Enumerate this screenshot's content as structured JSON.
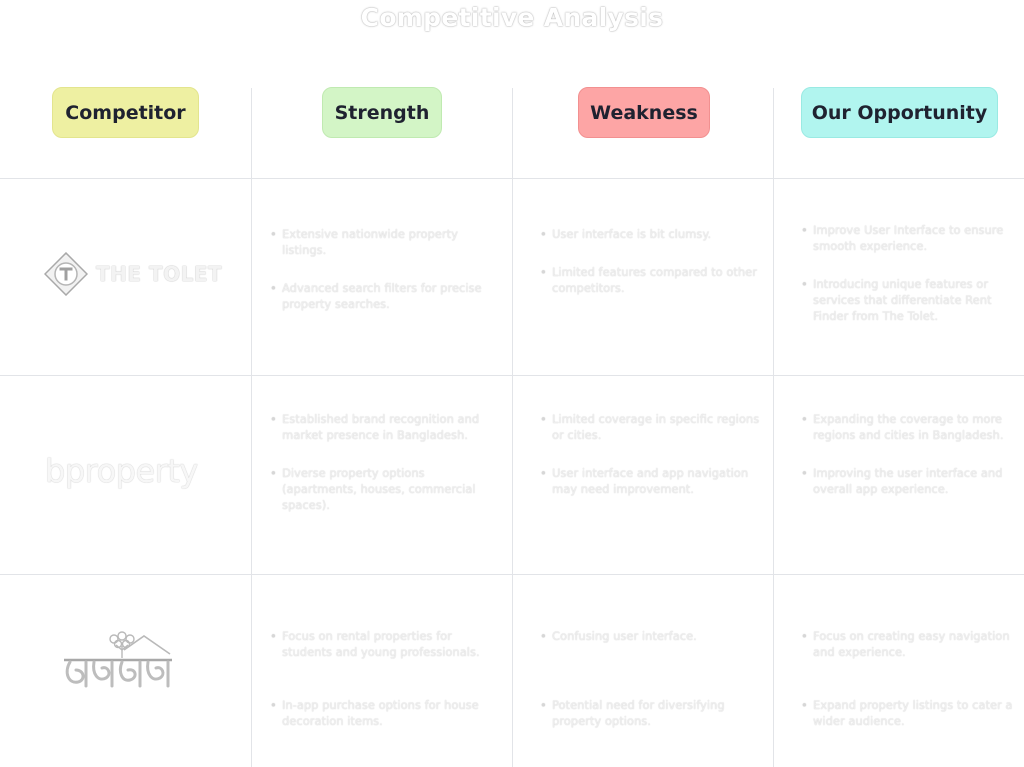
{
  "title": "Competitive Analysis",
  "columns": [
    "Competitor",
    "Strength",
    "Weakness",
    "Our Opportunity"
  ],
  "rows": [
    {
      "competitor": "THE TOLET",
      "logo_icon": "tolet-diamond-logo-icon",
      "strengths": [
        "Extensive nationwide property listings.",
        "Advanced search filters for precise property searches."
      ],
      "weaknesses": [
        "User interface is bit clumsy.",
        "Limited features compared to other competitors."
      ],
      "opportunities": [
        "Improve User Interface to ensure smooth experience.",
        "Introducing unique features or services that differentiate Rent Finder from The Tolet."
      ]
    },
    {
      "competitor": "bproperty",
      "logo_icon": "bproperty-wordmark-logo",
      "strengths": [
        "Established brand recognition and market presence in Bangladesh.",
        "Diverse property options (apartments, houses, commercial spaces)."
      ],
      "weaknesses": [
        "Limited coverage in specific regions or cities.",
        "User interface and app navigation may need improvement."
      ],
      "opportunities": [
        "Expanding the coverage to more regions and cities in Bangladesh.",
        "Improving the user interface and overall app experience."
      ]
    },
    {
      "competitor": "বাড়ি দিব",
      "logo_icon": "bari-dibo-tree-house-logo",
      "strengths": [
        "Focus on rental properties for students and young professionals.",
        "In-app purchase options for house decoration items."
      ],
      "weaknesses": [
        "Confusing user interface.",
        "Potential need for diversifying property options."
      ],
      "opportunities": [
        "Focus on creating easy navigation and experience.",
        "Expand property listings to cater a wider audience."
      ]
    }
  ],
  "colors": {
    "competitor_pill": "#eef0a2",
    "strength_pill": "#d3f5c6",
    "weakness_pill": "#fda5a5",
    "opportunity_pill": "#b1f5ef",
    "grid_line": "#e2e4e8"
  }
}
